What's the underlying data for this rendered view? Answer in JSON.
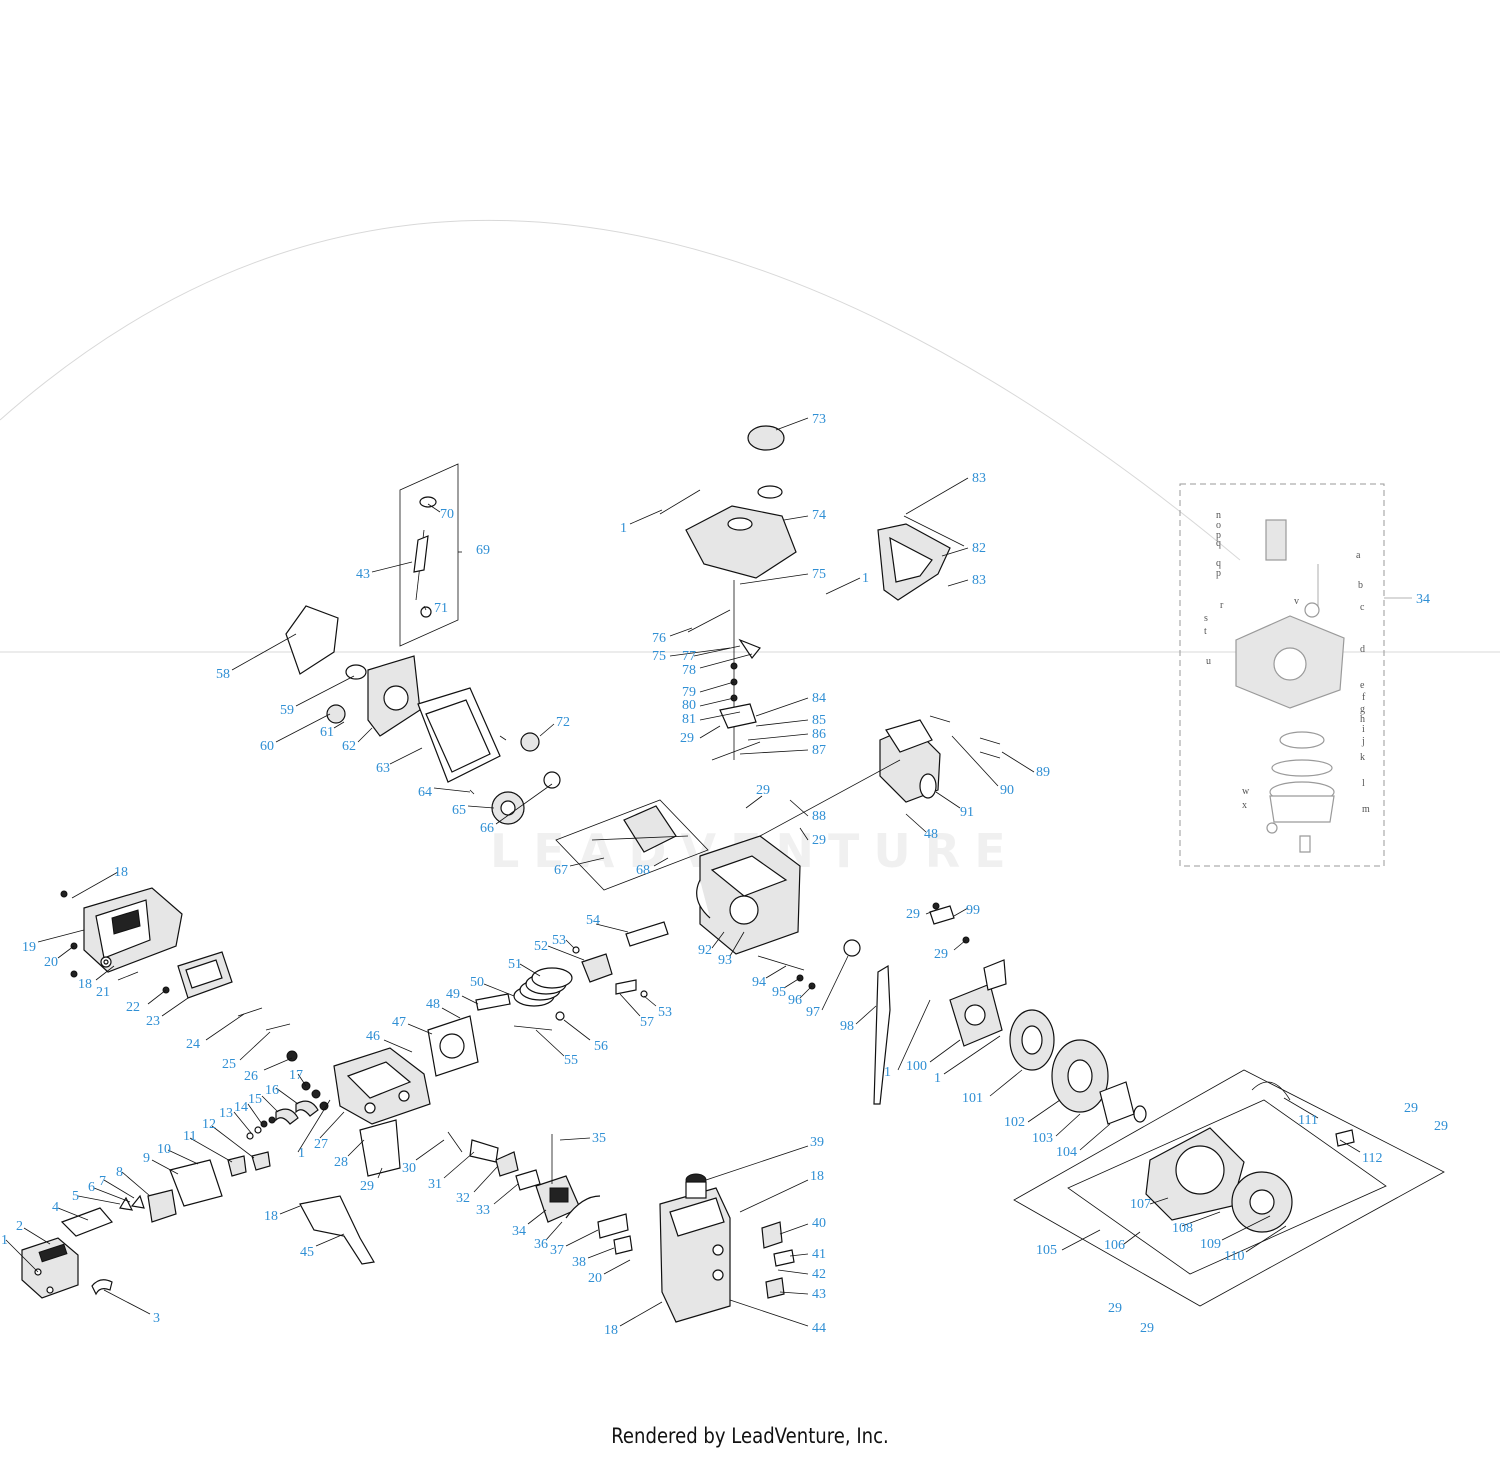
{
  "diagram": {
    "footer_text": "Rendered by LeadVenture, Inc.",
    "watermark_text": "LEADVENTURE",
    "colors": {
      "callout": "#2f8fd4",
      "line": "#111111",
      "inset": "#9a9a9a"
    },
    "callouts": [
      {
        "id": "c1a",
        "text": "1"
      },
      {
        "id": "c2",
        "text": "2"
      },
      {
        "id": "c3",
        "text": "3"
      },
      {
        "id": "c4",
        "text": "4"
      },
      {
        "id": "c5",
        "text": "5"
      },
      {
        "id": "c6",
        "text": "6"
      },
      {
        "id": "c7",
        "text": "7"
      },
      {
        "id": "c8",
        "text": "8"
      },
      {
        "id": "c9",
        "text": "9"
      },
      {
        "id": "c10",
        "text": "10"
      },
      {
        "id": "c11",
        "text": "11"
      },
      {
        "id": "c12",
        "text": "12"
      },
      {
        "id": "c13",
        "text": "13"
      },
      {
        "id": "c14",
        "text": "14"
      },
      {
        "id": "c15",
        "text": "15"
      },
      {
        "id": "c16",
        "text": "16"
      },
      {
        "id": "c17",
        "text": "17"
      },
      {
        "id": "c1b",
        "text": "1"
      },
      {
        "id": "c18a",
        "text": "18"
      },
      {
        "id": "c19",
        "text": "19"
      },
      {
        "id": "c20a",
        "text": "20"
      },
      {
        "id": "c18b",
        "text": "18"
      },
      {
        "id": "c21",
        "text": "21"
      },
      {
        "id": "c22",
        "text": "22"
      },
      {
        "id": "c23",
        "text": "23"
      },
      {
        "id": "c24",
        "text": "24"
      },
      {
        "id": "c25",
        "text": "25"
      },
      {
        "id": "c26",
        "text": "26"
      },
      {
        "id": "c27",
        "text": "27"
      },
      {
        "id": "c28",
        "text": "28"
      },
      {
        "id": "c29a",
        "text": "29"
      },
      {
        "id": "c30",
        "text": "30"
      },
      {
        "id": "c31",
        "text": "31"
      },
      {
        "id": "c32",
        "text": "32"
      },
      {
        "id": "c33",
        "text": "33"
      },
      {
        "id": "c34a",
        "text": "34"
      },
      {
        "id": "c35",
        "text": "35"
      },
      {
        "id": "c36",
        "text": "36"
      },
      {
        "id": "c37",
        "text": "37"
      },
      {
        "id": "c38",
        "text": "38"
      },
      {
        "id": "c20b",
        "text": "20"
      },
      {
        "id": "c18c",
        "text": "18"
      },
      {
        "id": "c45",
        "text": "45"
      },
      {
        "id": "c39",
        "text": "39"
      },
      {
        "id": "c18d",
        "text": "18"
      },
      {
        "id": "c40",
        "text": "40"
      },
      {
        "id": "c41",
        "text": "41"
      },
      {
        "id": "c42",
        "text": "42"
      },
      {
        "id": "c43",
        "text": "43"
      },
      {
        "id": "c44",
        "text": "44"
      },
      {
        "id": "c18e",
        "text": "18"
      },
      {
        "id": "c46",
        "text": "46"
      },
      {
        "id": "c47",
        "text": "47"
      },
      {
        "id": "c48a",
        "text": "48"
      },
      {
        "id": "c49",
        "text": "49"
      },
      {
        "id": "c50",
        "text": "50"
      },
      {
        "id": "c51",
        "text": "51"
      },
      {
        "id": "c52",
        "text": "52"
      },
      {
        "id": "c53a",
        "text": "53"
      },
      {
        "id": "c54",
        "text": "54"
      },
      {
        "id": "c55",
        "text": "55"
      },
      {
        "id": "c56",
        "text": "56"
      },
      {
        "id": "c57",
        "text": "57"
      },
      {
        "id": "c53b",
        "text": "53"
      },
      {
        "id": "c58",
        "text": "58"
      },
      {
        "id": "c59",
        "text": "59"
      },
      {
        "id": "c60",
        "text": "60"
      },
      {
        "id": "c61",
        "text": "61"
      },
      {
        "id": "c62",
        "text": "62"
      },
      {
        "id": "c63",
        "text": "63"
      },
      {
        "id": "c64",
        "text": "64"
      },
      {
        "id": "c65",
        "text": "65"
      },
      {
        "id": "c66",
        "text": "66"
      },
      {
        "id": "c67",
        "text": "67"
      },
      {
        "id": "c68",
        "text": "68"
      },
      {
        "id": "c69",
        "text": "69"
      },
      {
        "id": "c70",
        "text": "70"
      },
      {
        "id": "c71",
        "text": "71"
      },
      {
        "id": "c43b",
        "text": "43"
      },
      {
        "id": "c72",
        "text": "72"
      },
      {
        "id": "c73",
        "text": "73"
      },
      {
        "id": "c74",
        "text": "74"
      },
      {
        "id": "c1c",
        "text": "1"
      },
      {
        "id": "c75a",
        "text": "75"
      },
      {
        "id": "c1d",
        "text": "1"
      },
      {
        "id": "c76",
        "text": "76"
      },
      {
        "id": "c75b",
        "text": "75"
      },
      {
        "id": "c77",
        "text": "77"
      },
      {
        "id": "c78",
        "text": "78"
      },
      {
        "id": "c79",
        "text": "79"
      },
      {
        "id": "c80",
        "text": "80"
      },
      {
        "id": "c81",
        "text": "81"
      },
      {
        "id": "c29b",
        "text": "29"
      },
      {
        "id": "c84",
        "text": "84"
      },
      {
        "id": "c85",
        "text": "85"
      },
      {
        "id": "c86",
        "text": "86"
      },
      {
        "id": "c87",
        "text": "87"
      },
      {
        "id": "c29c",
        "text": "29"
      },
      {
        "id": "c88",
        "text": "88"
      },
      {
        "id": "c29d",
        "text": "29"
      },
      {
        "id": "c83a",
        "text": "83"
      },
      {
        "id": "c82",
        "text": "82"
      },
      {
        "id": "c83b",
        "text": "83"
      },
      {
        "id": "c90",
        "text": "90"
      },
      {
        "id": "c89",
        "text": "89"
      },
      {
        "id": "c91",
        "text": "91"
      },
      {
        "id": "c48b",
        "text": "48"
      },
      {
        "id": "c92",
        "text": "92"
      },
      {
        "id": "c93",
        "text": "93"
      },
      {
        "id": "c94",
        "text": "94"
      },
      {
        "id": "c95",
        "text": "95"
      },
      {
        "id": "c96",
        "text": "96"
      },
      {
        "id": "c97",
        "text": "97"
      },
      {
        "id": "c98",
        "text": "98"
      },
      {
        "id": "c29e",
        "text": "29"
      },
      {
        "id": "c99",
        "text": "99"
      },
      {
        "id": "c29f",
        "text": "29"
      },
      {
        "id": "c1e",
        "text": "1"
      },
      {
        "id": "c100",
        "text": "100"
      },
      {
        "id": "c1f",
        "text": "1"
      },
      {
        "id": "c101",
        "text": "101"
      },
      {
        "id": "c102",
        "text": "102"
      },
      {
        "id": "c103",
        "text": "103"
      },
      {
        "id": "c104",
        "text": "104"
      },
      {
        "id": "c111",
        "text": "111"
      },
      {
        "id": "c29g",
        "text": "29"
      },
      {
        "id": "c29h",
        "text": "29"
      },
      {
        "id": "c112",
        "text": "112"
      },
      {
        "id": "c107",
        "text": "107"
      },
      {
        "id": "c108",
        "text": "108"
      },
      {
        "id": "c109",
        "text": "109"
      },
      {
        "id": "c110",
        "text": "110"
      },
      {
        "id": "c105",
        "text": "105"
      },
      {
        "id": "c106",
        "text": "106"
      },
      {
        "id": "c29i",
        "text": "29"
      },
      {
        "id": "c29j",
        "text": "29"
      },
      {
        "id": "c34b",
        "text": "34"
      }
    ],
    "inset_letters": [
      "n",
      "o",
      "p",
      "q",
      "a",
      "q",
      "p",
      "b",
      "v",
      "r",
      "c",
      "s",
      "t",
      "u",
      "d",
      "e",
      "f",
      "g",
      "h",
      "i",
      "j",
      "k",
      "w",
      "x",
      "l",
      "m"
    ]
  }
}
